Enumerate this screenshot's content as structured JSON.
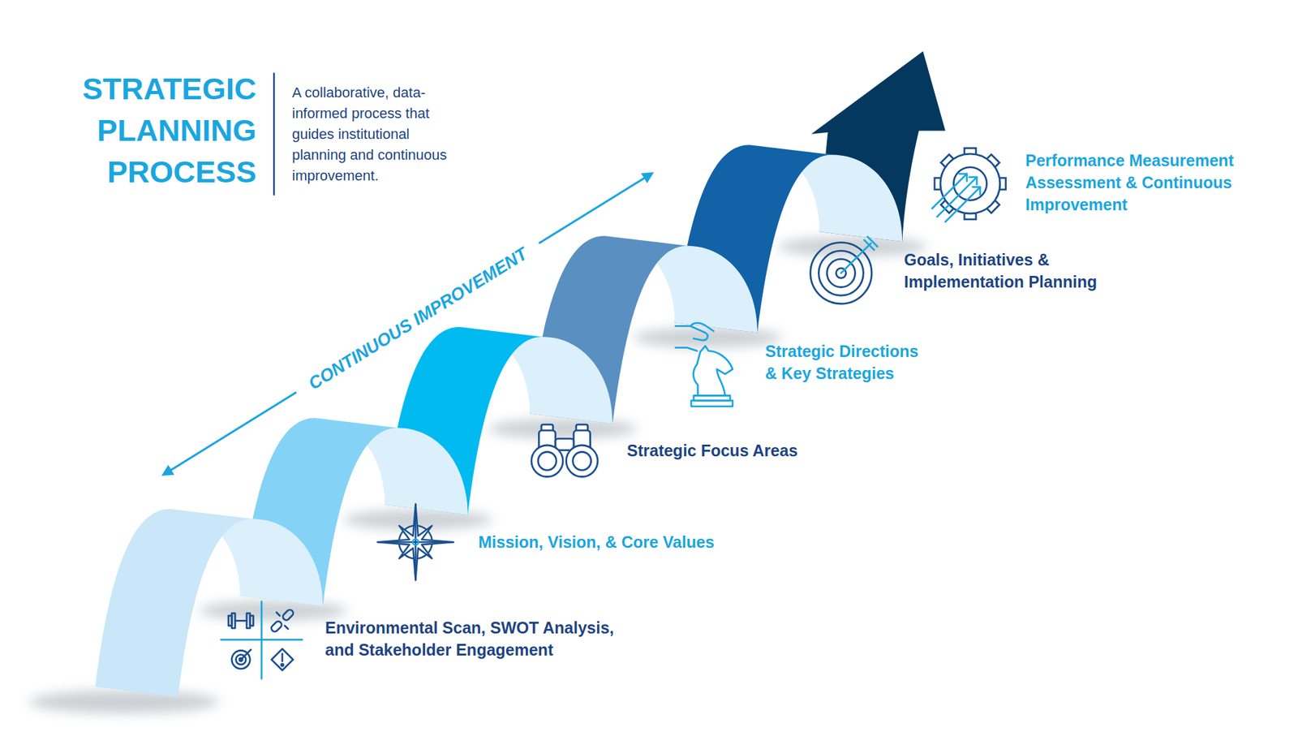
{
  "diagram": {
    "title": "STRATEGIC PLANNING PROCESS",
    "caption": "A collaborative, data-informed process that guides institutional planning and continuous improvement.",
    "labels": [
      "CONTINUOUS IMPROVEMENT",
      "Environmental Scan, SWOT Analysis, and Stakeholder Engagement",
      "Mission, Vision, & Core Values",
      "Strategic Focus Areas",
      "Strategic Directions & Key Strategies",
      "Goals, Initiatives & Implementation Planning",
      "Performance Measurement Assessment & Continuous Improvement"
    ]
  }
}
